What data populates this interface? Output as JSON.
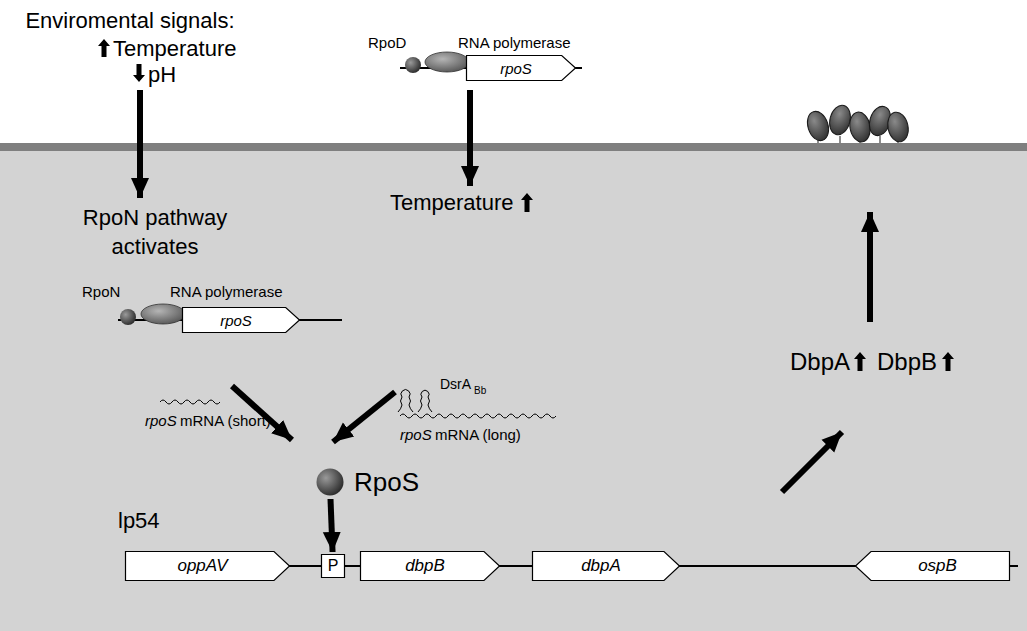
{
  "diagram": {
    "nodes": [
      {
        "text": [
          "rpoS"
        ]
      },
      {
        "text": [
          "rpoS"
        ]
      },
      {
        "text": [
          "RpoS"
        ]
      },
      {
        "text": [
          "oppAV"
        ]
      },
      {
        "text": [
          "P"
        ]
      },
      {
        "text": [
          "dbpB"
        ]
      },
      {
        "text": [
          "dbpA"
        ]
      },
      {
        "text": [
          "ospB"
        ]
      }
    ],
    "edges": [
      {
        "from": 2,
        "to": 4,
        "arrow": "to"
      }
    ],
    "labels": [
      "Enviromental signals:",
      "Temperature",
      "pH",
      "RpoN pathway activates",
      "RpoD",
      "RNA polymerase",
      "RpoN",
      "RNA polymerase",
      "Temperature",
      "rpoS",
      "mRNA (short)",
      "DsrA",
      "Bb",
      "rpoS",
      "mRNA (long)",
      "lp54",
      "DbpA",
      "DbpB"
    ]
  }
}
